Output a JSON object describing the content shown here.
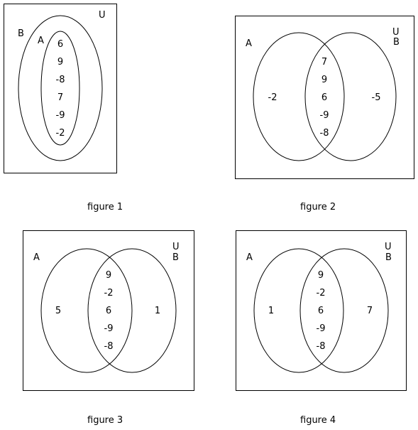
{
  "figures": [
    {
      "caption": "figure 1",
      "universe_label": "U",
      "outer_label": "B",
      "inner_label": "A",
      "inner_values": [
        "6",
        "9",
        "-8",
        "7",
        "-9",
        "-2"
      ]
    },
    {
      "caption": "figure 2",
      "universe_label": "U",
      "left_label": "A",
      "right_label": "B",
      "left_only": [
        "-2"
      ],
      "intersection": [
        "7",
        "9",
        "6",
        "-9",
        "-8"
      ],
      "right_only": [
        "-5"
      ]
    },
    {
      "caption": "figure 3",
      "universe_label": "U",
      "left_label": "A",
      "right_label": "B",
      "left_only": [
        "5"
      ],
      "intersection": [
        "9",
        "-2",
        "6",
        "-9",
        "-8"
      ],
      "right_only": [
        "1"
      ]
    },
    {
      "caption": "figure 4",
      "universe_label": "U",
      "left_label": "A",
      "right_label": "B",
      "left_only": [
        "1"
      ],
      "intersection": [
        "9",
        "-2",
        "6",
        "-9",
        "-8"
      ],
      "right_only": [
        "7"
      ]
    }
  ]
}
